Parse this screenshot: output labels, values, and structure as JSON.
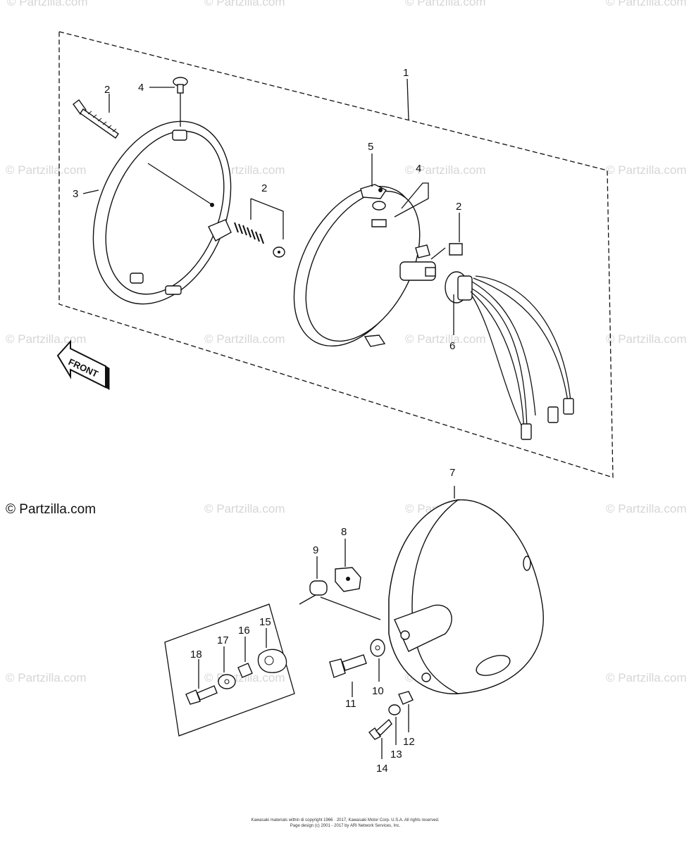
{
  "watermark": {
    "text": "© Partzilla.com",
    "main_text": "© Partzilla.com"
  },
  "front_label": "FRONT",
  "callouts": [
    "1",
    "2",
    "2",
    "2",
    "3",
    "4",
    "4",
    "5",
    "6",
    "7",
    "8",
    "9",
    "10",
    "11",
    "12",
    "13",
    "14",
    "15",
    "16",
    "17",
    "18"
  ],
  "footer": {
    "line1": "Kawasaki materials within di copyright 1966 · 2017, Kawasaki Motor Corp. U.S.A.  All rights reserved.",
    "line2": "Page design (c) 2001 - 2017 by ARI Network Services, Inc."
  }
}
